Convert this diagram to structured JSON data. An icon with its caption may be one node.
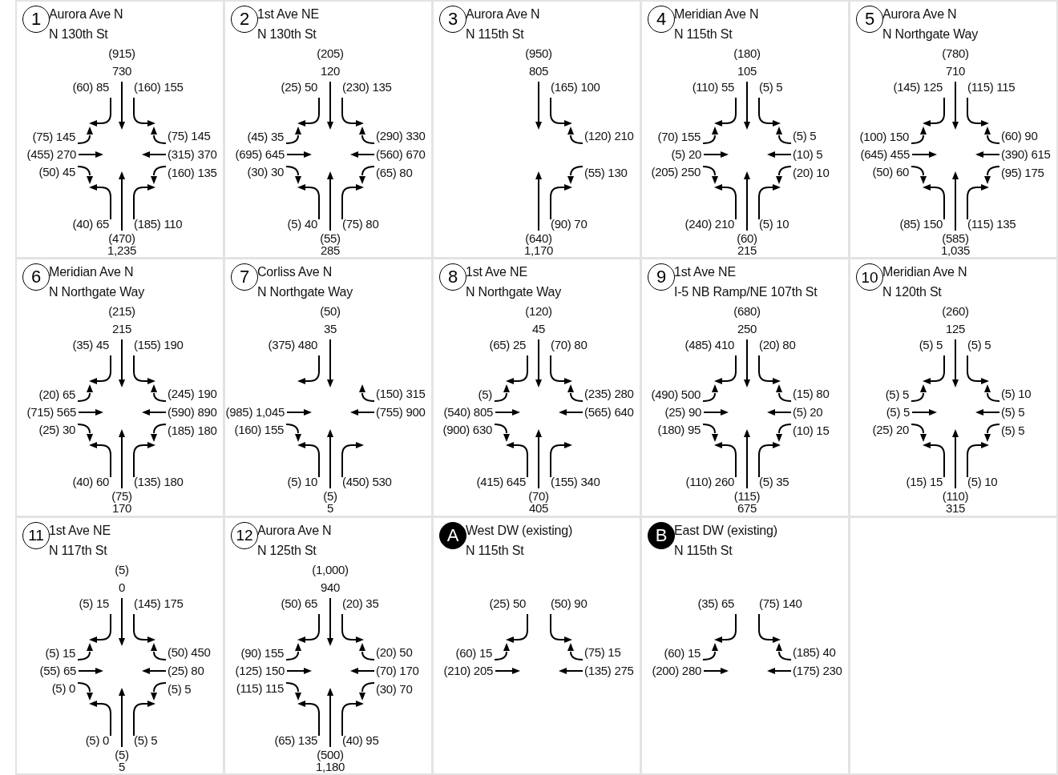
{
  "diagram": {
    "nodes": [
      {
        "text": [
          "Aurora Ave N",
          "N 130th St",
          "(915) 730",
          "(60) 85",
          "(160) 155",
          "(75) 145",
          "(75) 145",
          "(455) 270",
          "(315) 370",
          "(50) 45",
          "(160) 135",
          "(40) 65",
          "(185) 110",
          "(470) 1,235"
        ]
      },
      {
        "text": [
          "1"
        ],
        "in": 0
      },
      {
        "text": [
          "1st Ave NE",
          "N 130th St",
          "(205) 120",
          "(25) 50",
          "(230) 135",
          "(45) 35",
          "(290) 330",
          "(695) 645",
          "(560) 670",
          "(30) 30",
          "(65) 80",
          "(5) 40",
          "(75) 80",
          "(55) 285"
        ]
      },
      {
        "text": [
          "2"
        ],
        "in": 2
      },
      {
        "text": [
          "Aurora Ave N",
          "N 115th St",
          "(950) 805",
          "(165) 100",
          "(120) 210",
          "(55) 130",
          "(90) 70",
          "(640) 1,170"
        ]
      },
      {
        "text": [
          "3"
        ],
        "in": 4
      },
      {
        "text": [
          "Meridian Ave N",
          "N 115th St",
          "(180) 105",
          "(110) 55",
          "(5) 5",
          "(70) 155",
          "(5) 5",
          "(5) 20",
          "(10) 5",
          "(205) 250",
          "(20) 10",
          "(240) 210",
          "(5) 10",
          "(60) 215"
        ]
      },
      {
        "text": [
          "4"
        ],
        "in": 6
      },
      {
        "text": [
          "Aurora Ave N",
          "N Northgate Way",
          "(780) 710",
          "(145) 125",
          "(115) 115",
          "(100) 150",
          "(60) 90",
          "(645) 455",
          "(390) 615",
          "(50) 60",
          "(95) 175",
          "(85) 150",
          "(115) 135",
          "(585) 1,035"
        ]
      },
      {
        "text": [
          "5"
        ],
        "in": 8
      },
      {
        "text": [
          "Meridian Ave N",
          "N Northgate Way",
          "(215) 215",
          "(35) 45",
          "(155) 190",
          "(20) 65",
          "(245) 190",
          "(715) 565",
          "(590) 890",
          "(25) 30",
          "(185) 180",
          "(40) 60",
          "(135) 180",
          "(75) 170"
        ]
      },
      {
        "text": [
          "6"
        ],
        "in": 10
      },
      {
        "text": [
          "Corliss Ave N",
          "N Northgate Way",
          "(50) 35",
          "(375) 480",
          "(150) 315",
          "(985) 1,045",
          "(755) 900",
          "(160) 155",
          "(5) 10",
          "(450) 530",
          "(5) 5"
        ]
      },
      {
        "text": [
          "7"
        ],
        "in": 12
      },
      {
        "text": [
          "1st Ave NE",
          "N Northgate Way",
          "(120) 45",
          "(65) 25",
          "(70) 80",
          "(5)",
          "(235) 280",
          "(540) 805",
          "(565) 640",
          "(900) 630",
          "(415) 645",
          "(155) 340",
          "(70) 405"
        ]
      },
      {
        "text": [
          "8"
        ],
        "in": 14
      },
      {
        "text": [
          "1st Ave NE",
          "I-5 NB Ramp/NE 107th St",
          "(680) 250",
          "(485) 410",
          "(20) 80",
          "(490) 500",
          "(15) 80",
          "(25) 90",
          "(5) 20",
          "(180) 95",
          "(10) 15",
          "(110) 260",
          "(5) 35",
          "(115) 675"
        ]
      },
      {
        "text": [
          "9"
        ],
        "in": 16
      },
      {
        "text": [
          "Meridian Ave N",
          "N 120th St",
          "(260) 125",
          "(5) 5",
          "(5) 5",
          "(5) 5",
          "(5) 10",
          "(5) 5",
          "(5) 5",
          "(25) 20",
          "(5) 5",
          "(15) 15",
          "(5) 10",
          "(110) 315"
        ]
      },
      {
        "text": [
          "10"
        ],
        "in": 18
      },
      {
        "text": [
          "1st Ave NE",
          "N 117th St",
          "(5) 0",
          "(5) 15",
          "(145) 175",
          "(5) 15",
          "(50) 450",
          "(55) 65",
          "(25) 80",
          "(5) 0",
          "(5) 5",
          "(5) 0",
          "(5) 5",
          "(5) 5"
        ]
      },
      {
        "text": [
          "11"
        ],
        "in": 20
      },
      {
        "text": [
          "Aurora Ave N",
          "N 125th St",
          "(1,000) 940",
          "(50) 65",
          "(20) 35",
          "(90) 155",
          "(20) 50",
          "(125) 150",
          "(70) 170",
          "(115) 115",
          "(30) 70",
          "(65) 135",
          "(40) 95",
          "(500) 1,180"
        ]
      },
      {
        "text": [
          "12"
        ],
        "in": 22
      },
      {
        "text": [
          "West DW (existing)",
          "N 115th St",
          "(25) 50",
          "(50) 90",
          "(60) 15",
          "(75) 15",
          "(210) 205",
          "(135) 275"
        ]
      },
      {
        "text": [
          "A"
        ],
        "in": 24
      },
      {
        "text": [
          "East DW (existing)",
          "N 115th St",
          "(35) 65",
          "(75) 140",
          "(60) 15",
          "(185) 40",
          "(200) 280",
          "(175) 230"
        ]
      },
      {
        "text": [
          "B"
        ],
        "in": 26
      }
    ]
  }
}
